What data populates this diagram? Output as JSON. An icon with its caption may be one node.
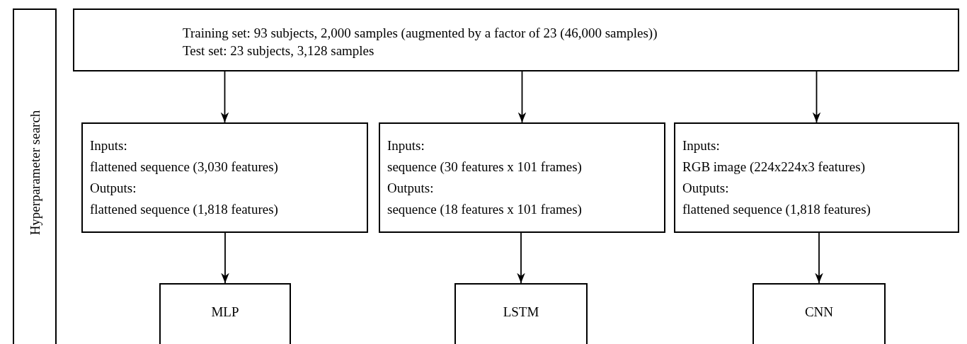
{
  "diagram": {
    "nodes": [
      {
        "text": [
          "Hyperparameter search"
        ]
      },
      {
        "text": [
          "Training set: 93 subjects, 2,000 samples (augmented by a factor of 23 (46,000 samples))",
          "Test set: 23 subjects, 3,128 samples"
        ]
      },
      {
        "text": [
          "Inputs:",
          "flattened sequence (3,030 features)",
          "Outputs:",
          "flattened sequence (1,818 features)"
        ]
      },
      {
        "text": [
          "Inputs:",
          "sequence (30 features x 101 frames)",
          "Outputs:",
          "sequence (18 features x 101 frames)"
        ]
      },
      {
        "text": [
          "Inputs:",
          "RGB image (224x224x3 features)",
          "Outputs:",
          "flattened sequence (1,818 features)"
        ]
      },
      {
        "text": [
          "MLP"
        ]
      },
      {
        "text": [
          "LSTM"
        ]
      },
      {
        "text": [
          "CNN"
        ]
      }
    ],
    "edges": [
      {
        "from": 1,
        "to": 2,
        "arrow": "to"
      },
      {
        "from": 1,
        "to": 3,
        "arrow": "to"
      },
      {
        "from": 1,
        "to": 4,
        "arrow": "to"
      },
      {
        "from": 2,
        "to": 5,
        "arrow": "to"
      },
      {
        "from": 3,
        "to": 6,
        "arrow": "to"
      },
      {
        "from": 4,
        "to": 7,
        "arrow": "to"
      }
    ]
  }
}
